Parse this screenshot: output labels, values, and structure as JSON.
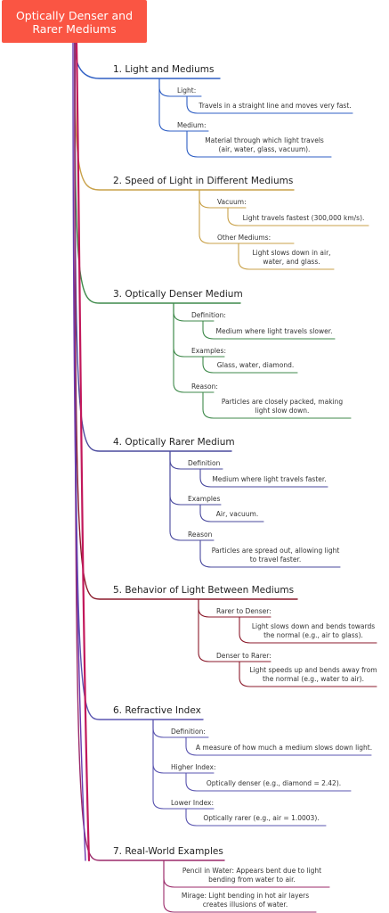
{
  "root": {
    "title_line1": "Optically Denser and",
    "title_line2": "Rarer Mediums"
  },
  "colors": {
    "root_fill": "#fa5543",
    "s1": "#2f5fc4",
    "s2": "#c9a24a",
    "s3": "#3f8a4b",
    "s4": "#4a4a9e",
    "s5": "#8b1a2b",
    "s6": "#5a55b0",
    "s7": "#9b2a6a",
    "trunk_accent": "#c2185b"
  },
  "sections": [
    {
      "title": "1. Light and Mediums",
      "subs": [
        {
          "label": "Light:",
          "leaf": [
            "Travels in a straight line and moves very fast."
          ]
        },
        {
          "label": "Medium:",
          "leaf": [
            "Material through which light travels",
            "(air, water, glass, vacuum)."
          ]
        }
      ]
    },
    {
      "title": "2. Speed of Light in Different Mediums",
      "subs": [
        {
          "label": "Vacuum:",
          "leaf": [
            "Light travels fastest (300,000 km/s)."
          ]
        },
        {
          "label": "Other Mediums:",
          "leaf": [
            "Light slows down in air,",
            "water, and glass."
          ]
        }
      ]
    },
    {
      "title": "3. Optically Denser Medium",
      "subs": [
        {
          "label": "Definition:",
          "leaf": [
            "Medium where light travels slower."
          ]
        },
        {
          "label": "Examples:",
          "leaf": [
            "Glass, water, diamond."
          ]
        },
        {
          "label": "Reason:",
          "leaf": [
            "Particles are closely packed, making",
            "light slow down."
          ]
        }
      ]
    },
    {
      "title": "4. Optically Rarer Medium",
      "subs": [
        {
          "label": "Definition",
          "leaf": [
            "Medium where light travels faster."
          ]
        },
        {
          "label": "Examples",
          "leaf": [
            "Air, vacuum."
          ]
        },
        {
          "label": "Reason",
          "leaf": [
            "Particles are spread out, allowing light",
            "to travel faster."
          ]
        }
      ]
    },
    {
      "title": "5. Behavior of Light Between Mediums",
      "subs": [
        {
          "label": "Rarer to Denser:",
          "leaf": [
            "Light slows down and bends towards",
            "the normal (e.g., air to glass)."
          ]
        },
        {
          "label": "Denser to Rarer:",
          "leaf": [
            "Light speeds up and bends away from",
            "the normal (e.g., water to air)."
          ]
        }
      ]
    },
    {
      "title": "6. Refractive Index",
      "subs": [
        {
          "label": "Definition:",
          "leaf": [
            "A measure of how much a medium slows down light."
          ]
        },
        {
          "label": "Higher Index:",
          "leaf": [
            "Optically denser (e.g., diamond = 2.42)."
          ]
        },
        {
          "label": "Lower Index:",
          "leaf": [
            "Optically rarer (e.g., air = 1.0003)."
          ]
        }
      ]
    },
    {
      "title": "7. Real-World Examples",
      "subs": [
        {
          "leaf": [
            "Pencil in Water: Appears bent due to light",
            "bending from water to air."
          ]
        },
        {
          "leaf": [
            "Mirage: Light bending in hot air layers",
            "creates illusions of water."
          ]
        }
      ]
    }
  ]
}
